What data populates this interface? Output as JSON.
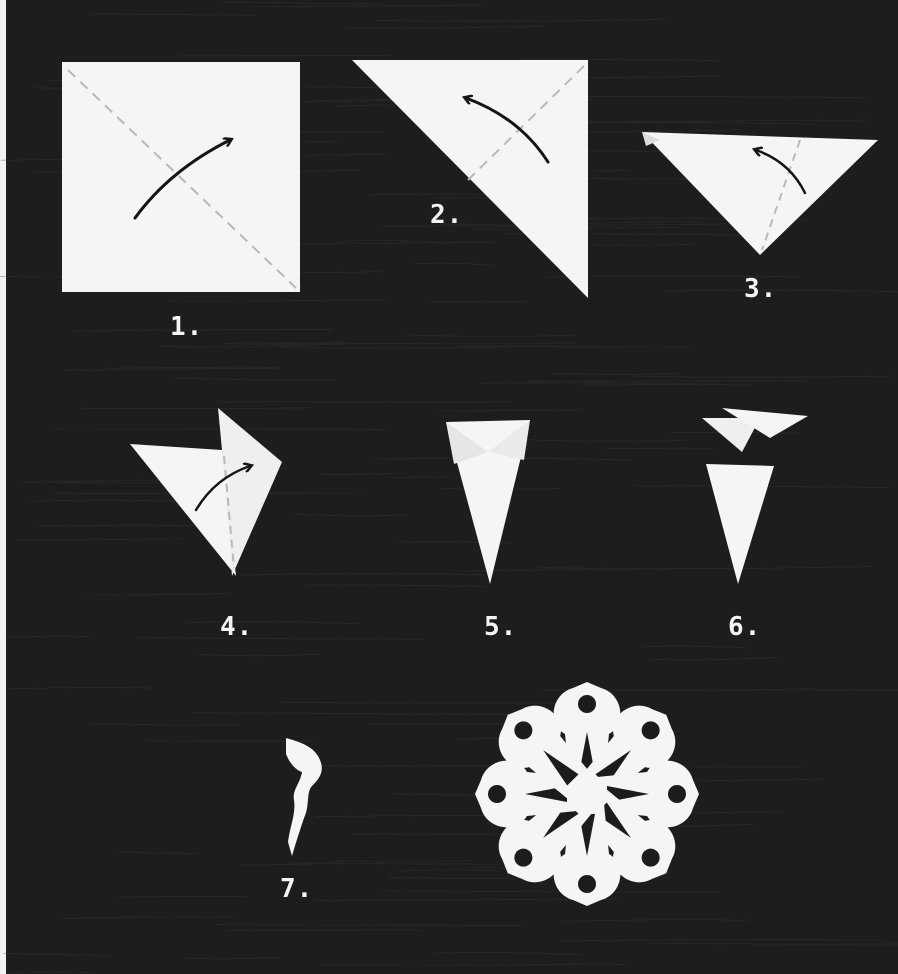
{
  "colors": {
    "background": "#1c1c1c",
    "paper": "#f5f5f3",
    "paper_shade": "#dcdcdc",
    "fold_line": "#b9b9b9",
    "arrow": "#151515",
    "label": "#f4f4f4"
  },
  "steps": [
    {
      "label": "1."
    },
    {
      "label": "2."
    },
    {
      "label": "3."
    },
    {
      "label": "4."
    },
    {
      "label": "5."
    },
    {
      "label": "6."
    },
    {
      "label": "7."
    }
  ]
}
